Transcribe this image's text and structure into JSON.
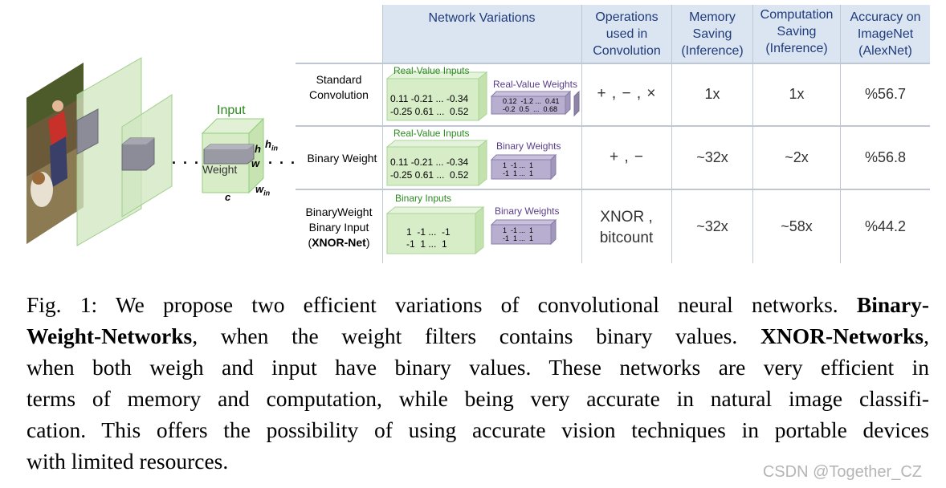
{
  "illustration": {
    "input_label": "Input",
    "weight_label": "Weight",
    "dim_h": "h",
    "dim_w": "w",
    "dim_c": "c",
    "dim_hin": "h",
    "dim_hin_sub": "in",
    "dim_win": "w",
    "dim_win_sub": "in",
    "ellipsis_left": ". . .",
    "ellipsis_right": ". . ."
  },
  "table": {
    "headers": [
      "Network Variations",
      "Operations used in Convolution",
      "Memory Saving (Inference)",
      "Computation Saving (Inference)",
      "Accuracy on ImageNet (AlexNet)"
    ],
    "rows": [
      {
        "label": "Standard Convolution",
        "label_bold": "",
        "input_block_title": "Real-Value Inputs",
        "input_row1": "0.11 -0.21 ... -0.34",
        "input_row2": "-0.25 0.61 ...  0.52",
        "weight_block_title": "Real-Value Weights",
        "weight_row1": "0.12  -1.2 ...  0.41",
        "weight_row2": "-0.2  0.5  ...  0.68",
        "operations": "+ , − , ×",
        "memory": "1x",
        "computation": "1x",
        "accuracy": "%56.7"
      },
      {
        "label": "Binary Weight",
        "label_bold": "",
        "input_block_title": "Real-Value Inputs",
        "input_row1": "0.11 -0.21 ... -0.34",
        "input_row2": "-0.25 0.61 ...  0.52",
        "weight_block_title": "Binary Weights",
        "weight_row1": "1  -1 ...  1",
        "weight_row2": "-1  1 ...  1",
        "operations": "+ , −",
        "memory": "~32x",
        "computation": "~2x",
        "accuracy": "%56.8"
      },
      {
        "label": "BinaryWeight Binary Input",
        "label_bold": "XNOR-Net",
        "input_block_title": "Binary Inputs",
        "input_row1": "1  -1 ...  -1",
        "input_row2": "-1  1 ...  1",
        "weight_block_title": "Binary Weights",
        "weight_row1": "1  -1 ...  1",
        "weight_row2": "-1  1 ...  1",
        "operations": "XNOR , bitcount",
        "memory": "~32x",
        "computation": "~58x",
        "accuracy": "%44.2"
      }
    ]
  },
  "caption": {
    "l1_a": "Fig. 1: We propose two efficient variations of convolutional neural networks.",
    "l1_b": "Binary-",
    "l2_a": "Weight-Networks",
    "l2_b": ", when the weight filters contains binary values.",
    "l2_c": "XNOR-Networks",
    "l2_d": ",",
    "l3": "when both weigh and input have binary values. These networks are very efficient in",
    "l4": "terms of memory and computation, while being very accurate in natural image classifi-",
    "l5": "cation. This offers the possibility of using accurate vision techniques in portable devices",
    "l6": "with limited resources."
  },
  "watermark": "CSDN @Together_CZ",
  "colors": {
    "header_bg": "#dbe5f1",
    "header_text": "#1f3b7a",
    "green_block": "#d5ecc6",
    "green_text": "#2a8a1d",
    "purple_block": "#b3a9c9",
    "purple_text": "#5a3d8a"
  }
}
